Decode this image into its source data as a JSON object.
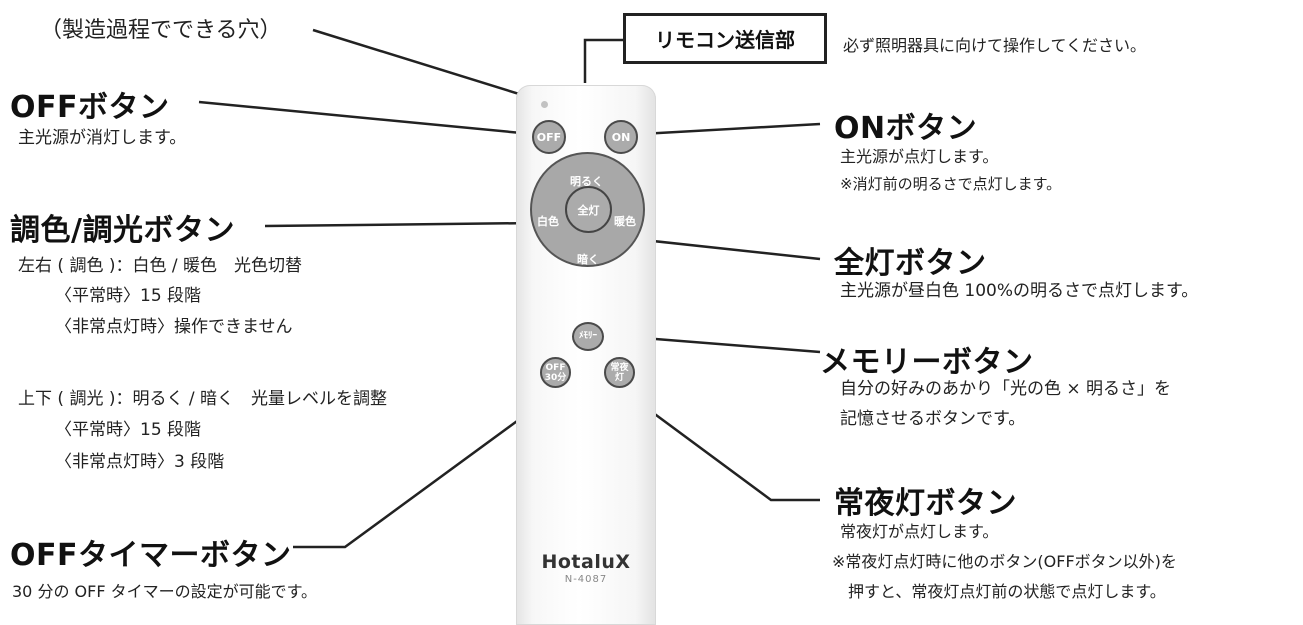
{
  "hole_note": "（製造過程でできる穴）",
  "sender": {
    "label": "リモコン送信部",
    "desc": "必ず照明器具に向けて操作してください。"
  },
  "off_button": {
    "title": "OFFボタン",
    "desc": "主光源が消灯します。"
  },
  "on_button": {
    "title": "ONボタン",
    "desc": "主光源が点灯します。",
    "note": "※消灯前の明るさで点灯します。"
  },
  "color_button": {
    "title": "調色/調光ボタン",
    "lines": [
      "左右 ( 調色 )：白色 / 暖色　光色切替",
      "〈平常時〉15 段階",
      "〈非常点灯時〉操作できません",
      "上下 ( 調光 )：明るく / 暗く　光量レベルを調整",
      "〈平常時〉15 段階",
      "〈非常点灯時〉3 段階"
    ]
  },
  "full_button": {
    "title": "全灯ボタン",
    "desc": "主光源が昼白色 100%の明るさで点灯します。"
  },
  "memory_button": {
    "title": "メモリーボタン",
    "desc1": "自分の好みのあかり「光の色 × 明るさ」を",
    "desc2": "記憶させるボタンです。"
  },
  "night_button": {
    "title": "常夜灯ボタン",
    "desc1": "常夜灯が点灯します。",
    "desc2": "※常夜灯点灯時に他のボタン(OFFボタン以外)を",
    "desc3": "押すと、常夜灯点灯前の状態で点灯します。"
  },
  "timer_button": {
    "title": "OFFタイマーボタン",
    "desc": "30 分の OFF タイマーの設定が可能です。"
  },
  "remote": {
    "off_label": "OFF",
    "on_label": "ON",
    "up_label": "明るく",
    "down_label": "暗く",
    "left_label": "白色",
    "right_label": "暖色",
    "center_label": "全灯",
    "memory_label": "ﾒﾓﾘｰ",
    "timer_label_1": "OFF",
    "timer_label_2": "30分",
    "night_label_1": "常夜",
    "night_label_2": "灯",
    "brand": "HotaluX",
    "model": "N-4087"
  }
}
